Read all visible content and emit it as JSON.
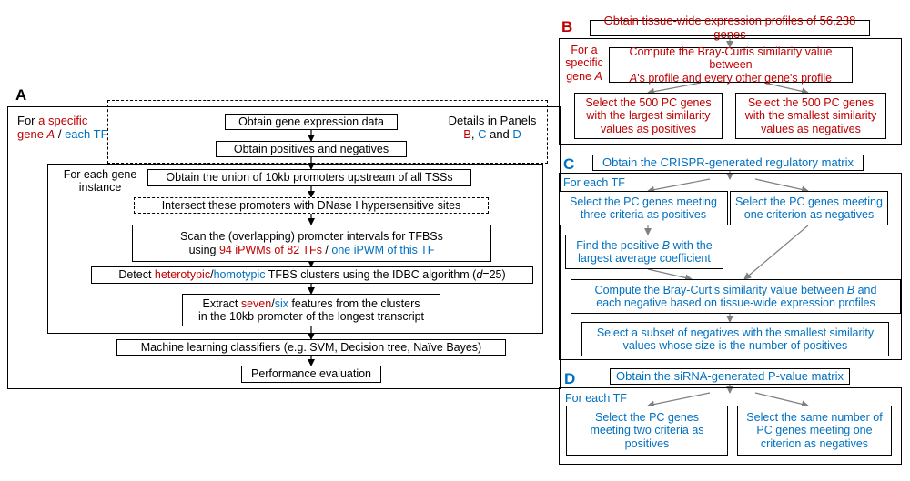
{
  "panel_a": {
    "letter": "A",
    "header_left": {
      "part1": "For ",
      "part2": "a specific",
      "part3": "gene ",
      "gene": "A",
      "sep": " / ",
      "each_tf": "each TF"
    },
    "details": {
      "line1": "Details in Panels",
      "b": "B",
      "comma": ", ",
      "c": "C",
      "and": " and ",
      "d": "D"
    },
    "obtain_expression": "Obtain gene expression data",
    "obtain_pos_neg": "Obtain positives and negatives",
    "for_each_gene": {
      "line1": "For each gene",
      "line2": "instance"
    },
    "union_promoters": "Obtain the union of 10kb promoters upstream of all TSSs",
    "intersect": "Intersect these promoters with DNase I hypersensitive sites",
    "scan": {
      "line1": "Scan the (overlapping) promoter intervals for TFBSs",
      "using": "using ",
      "ipwms": "94 iPWMs of 82 TFs",
      "sep": " / ",
      "one_ipwm": "one iPWM of this TF"
    },
    "detect": {
      "pre": "Detect ",
      "hetero": "heterotypic",
      "slash": "/",
      "homo": "homotypic",
      "post": " TFBS clusters using the IDBC algorithm (",
      "d": "d",
      "val": "=25)"
    },
    "extract": {
      "pre": "Extract ",
      "seven": "seven",
      "slash": "/",
      "six": "six",
      "post": " features from the clusters",
      "line2": "in the 10kb promoter of the longest transcript"
    },
    "ml": "Machine learning classifiers (e.g. SVM, Decision tree, Naïve Bayes)",
    "perf": "Performance evaluation"
  },
  "panel_b": {
    "letter": "B",
    "top": "Obtain tissue-wide expression profiles of 56,238 genes",
    "for_specific": {
      "line1": "For a",
      "line2": "specific",
      "line3": "gene ",
      "gene": "A"
    },
    "compute": {
      "line1": "Compute the Bray-Curtis similarity value between",
      "gene": "A",
      "line2": "'s profile and every other gene's profile"
    },
    "select_pos": {
      "line1": "Select the 500 PC genes",
      "line2": "with the largest similarity",
      "line3": "values as positives"
    },
    "select_neg": {
      "line1": "Select the 500 PC genes",
      "line2": "with the smallest similarity",
      "line3": "values as negatives"
    }
  },
  "panel_c": {
    "letter": "C",
    "top": "Obtain the CRISPR-generated regulatory matrix",
    "for_each_tf": "For each TF",
    "sel_pos": {
      "line1": "Select the PC genes meeting",
      "line2": "three criteria as positives"
    },
    "sel_neg": {
      "line1": "Select the PC genes meeting",
      "line2": "one criterion as negatives"
    },
    "find_b": {
      "line1": "Find the positive ",
      "b": "B",
      "line1b": " with the",
      "line2": "largest average coefficient"
    },
    "compute": {
      "line1": "Compute the Bray-Curtis similarity value between ",
      "b": "B",
      "line1b": " and",
      "line2": "each negative based on tissue-wide expression profiles"
    },
    "subset": {
      "line1": "Select a subset of negatives with the smallest similarity",
      "line2": "values whose size is the number of positives"
    }
  },
  "panel_d": {
    "letter": "D",
    "top": "Obtain the siRNA-generated P-value matrix",
    "for_each_tf": "For each TF",
    "sel_pos": {
      "line1": "Select the PC genes",
      "line2": "meeting two criteria as",
      "line3": "positives"
    },
    "sel_neg": {
      "line1": "Select the same number of",
      "line2": "PC genes meeting one",
      "line3": "criterion as negatives"
    }
  },
  "colors": {
    "red": "#c00000",
    "blue": "#0070c0",
    "gray_arrow": "#7f7f7f"
  }
}
